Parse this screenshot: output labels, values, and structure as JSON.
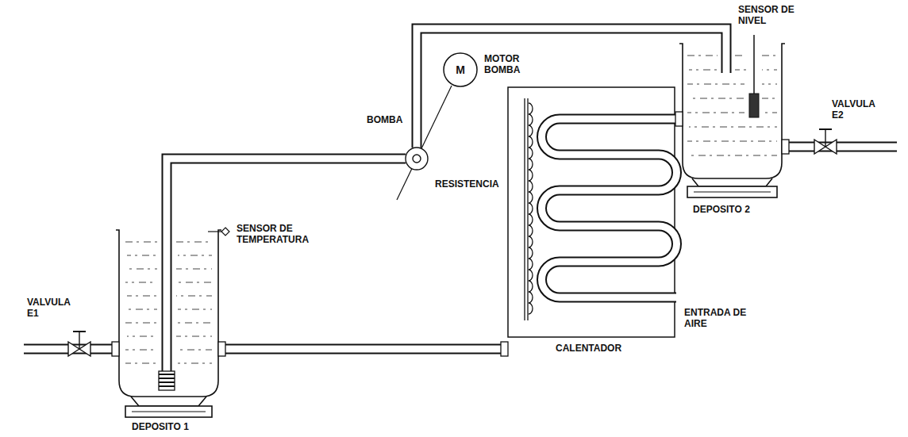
{
  "diagram": {
    "nodes": [
      {
        "text": [
          "M"
        ]
      }
    ],
    "labels": [
      "SENSOR DE NIVEL",
      "MOTOR BOMBA",
      "BOMBA",
      "VALVULA E2",
      "SENSOR DE TEMPERATURA",
      "RESISTENCIA",
      "DEPOSITO 2",
      "VALVULA E1",
      "ENTRADA DE AIRE",
      "CALENTADOR",
      "DEPOSITO 1"
    ]
  }
}
